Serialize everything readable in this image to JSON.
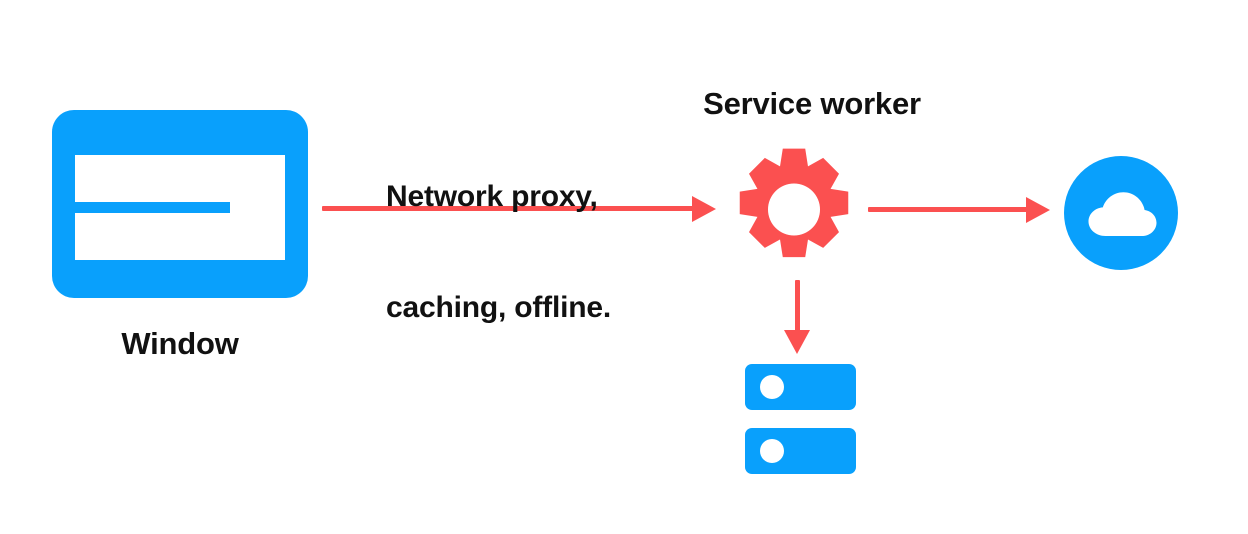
{
  "diagram": {
    "title": "Service worker network proxy diagram",
    "background": "#ffffff",
    "colors": {
      "blue": "#09A0FC",
      "red": "#FB5050",
      "text": "#111111",
      "white": "#FFFFFF"
    }
  },
  "nodes": {
    "window": {
      "label": "Window",
      "icon": "browser-window-icon",
      "color": "#09A0FC"
    },
    "service_worker": {
      "label": "Service worker",
      "icon": "gear-icon",
      "color": "#FB5050"
    },
    "cloud": {
      "label": "",
      "icon": "cloud-icon",
      "color": "#09A0FC"
    },
    "storage": {
      "label": "",
      "icon": "storage-icon",
      "color": "#09A0FC"
    }
  },
  "edges": {
    "window_to_sw": {
      "label_line1": "Network proxy,",
      "label_line2": "caching, offline.",
      "direction": "right",
      "color": "#FB5050"
    },
    "sw_to_cloud": {
      "label": "",
      "direction": "right",
      "color": "#FB5050"
    },
    "sw_to_storage": {
      "label": "",
      "direction": "down",
      "color": "#FB5050"
    }
  }
}
